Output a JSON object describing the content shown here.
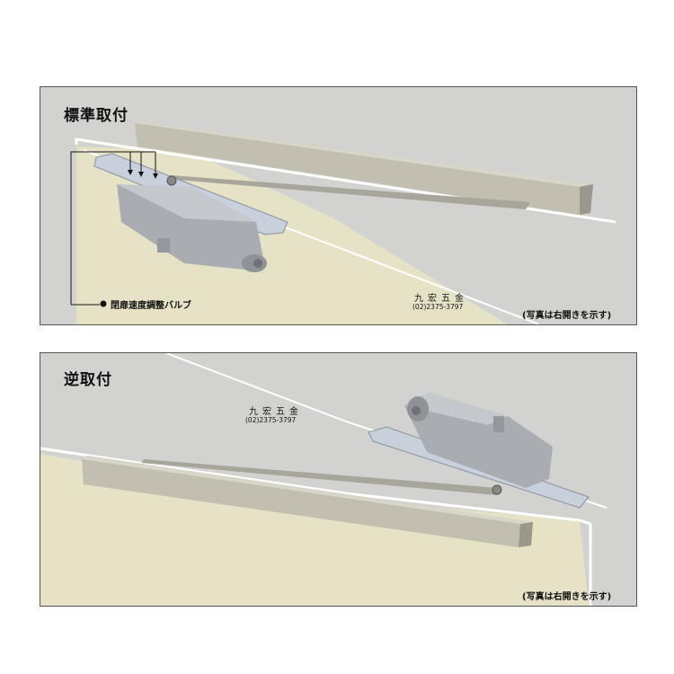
{
  "top_panel": {
    "title": "標準取付",
    "valve_label": "閉扉速度調整バルブ",
    "watermark_name": "九宏五金",
    "watermark_phone": "(02)2375-3797",
    "note": "(写真は右開きを示す)"
  },
  "bottom_panel": {
    "title": "逆取付",
    "watermark_name": "九宏五金",
    "watermark_phone": "(02)2375-3797",
    "note": "(写真は右開きを示す)"
  },
  "colors": {
    "wall": "#d2d2d0",
    "door": "#e6e2c6",
    "arm_metal": "#b5b2a6",
    "closer_body": "#a9adb2",
    "mount_plate": "#c8d0dc"
  }
}
